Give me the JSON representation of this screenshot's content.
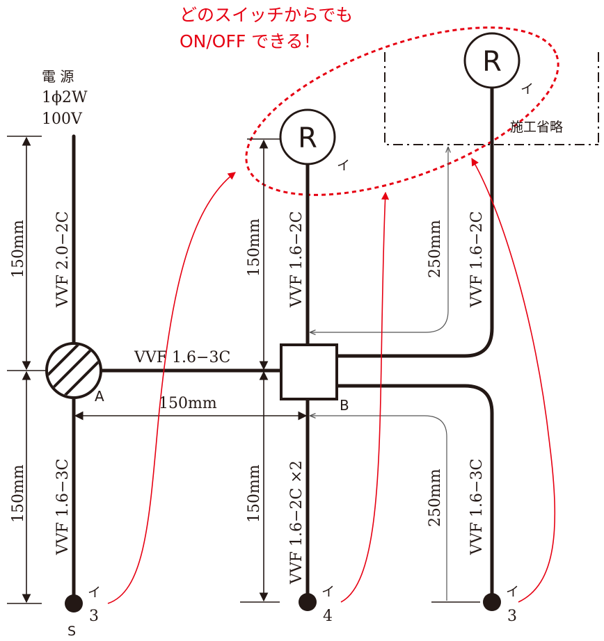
{
  "annotation": {
    "line1": "どのスイッチからでも",
    "line2": "ON/OFF できる！",
    "color": "#e60012"
  },
  "power_source": {
    "line1": "電 源",
    "line2": "1ϕ2W",
    "line3": "100V"
  },
  "lamps": [
    {
      "symbol": "R",
      "label": "イ"
    },
    {
      "symbol": "R",
      "label": "イ"
    }
  ],
  "omitted_label": "施工省略",
  "nodes": {
    "outlet_label": "A",
    "junction_label": "B",
    "switch_s_label": "S"
  },
  "switches": [
    {
      "label_top": "イ",
      "label_bottom": "3"
    },
    {
      "label_top": "イ",
      "label_bottom": "4"
    },
    {
      "label_top": "イ",
      "label_bottom": "3"
    }
  ],
  "cables": {
    "power_feed": "VVF 2.0−2C",
    "a_to_b": "VVF 1.6−3C",
    "a_to_switch": "VVF 1.6−3C",
    "b_to_lamp": "VVF 1.6−2C",
    "b_to_switch4": "VVF 1.6−2C ×2",
    "b_to_lamp2": "VVF 1.6−2C",
    "b_to_switch3": "VVF 1.6−3C"
  },
  "dimensions": {
    "left_upper": "150mm",
    "left_lower": "150mm",
    "horizontal": "150mm",
    "mid_upper": "150mm",
    "mid_lower": "150mm",
    "right_upper": "250mm",
    "right_lower": "250mm"
  }
}
